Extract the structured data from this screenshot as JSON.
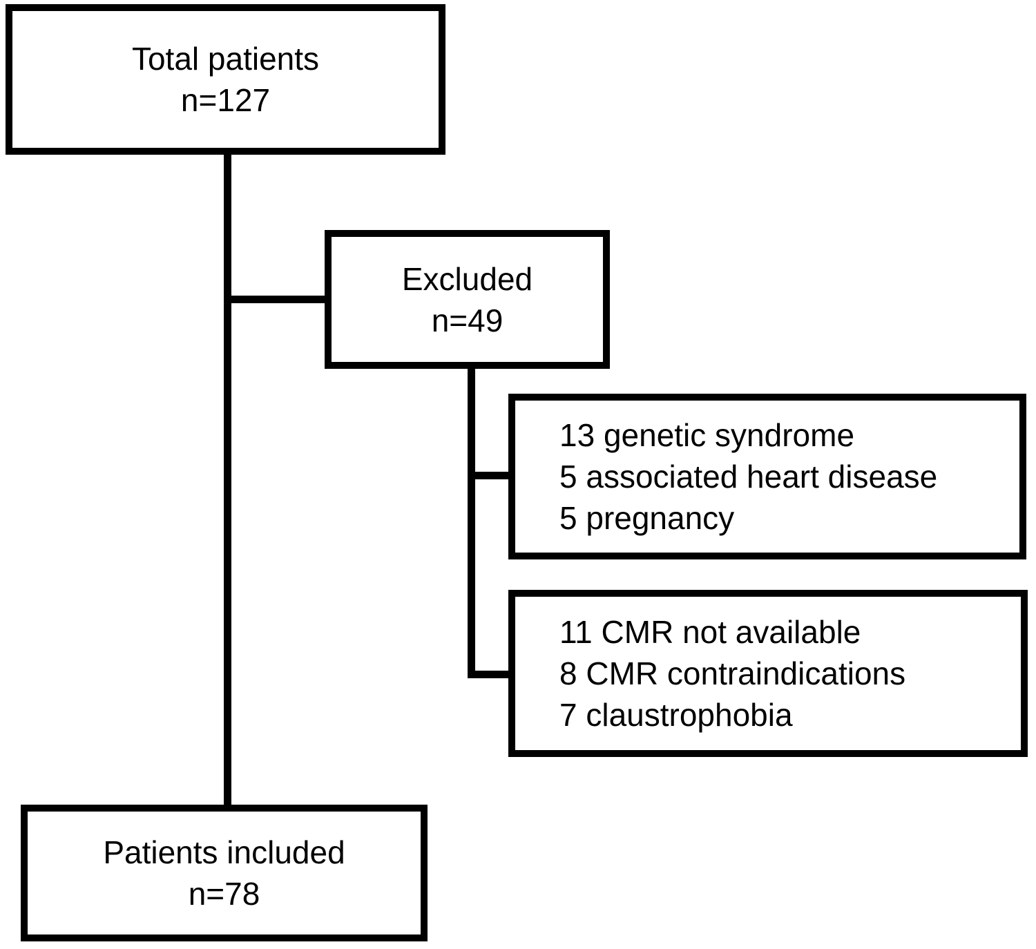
{
  "diagram": {
    "type": "patient-flow-chart",
    "colors": {
      "line": "#000000",
      "box_border": "#000000",
      "box_fill": "#ffffff",
      "background": "#ffffff",
      "text": "#000000"
    },
    "nodes": {
      "total_patients": {
        "label": "Total patients",
        "count": "n=127"
      },
      "excluded": {
        "label": "Excluded",
        "count": "n=49"
      },
      "exclusion_reasons_clinical": {
        "lines": [
          "13 genetic syndrome",
          "5 associated heart disease",
          "5 pregnancy"
        ]
      },
      "exclusion_reasons_cmr": {
        "lines": [
          "11 CMR not available",
          "8 CMR contraindications",
          "7 claustrophobia"
        ]
      },
      "patients_included": {
        "label": "Patients included",
        "count": "n=78"
      }
    }
  }
}
